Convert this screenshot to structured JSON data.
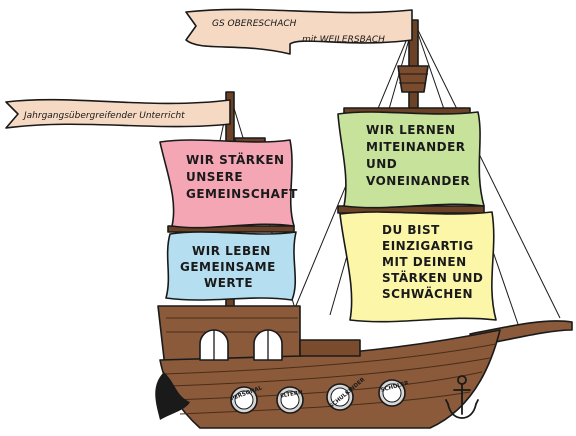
{
  "flags": {
    "top_line1": "GS OBERESCHACH",
    "top_line2": "mit WEILERSBACH",
    "left": "Jahrgangsübergreifender Unterricht"
  },
  "sails": {
    "pink": [
      "WIR STÄRKEN",
      "UNSERE",
      "GEMEINSCHAFT"
    ],
    "blue": [
      "WIR LEBEN",
      "GEMEINSAME",
      "WERTE"
    ],
    "green": [
      "WIR LERNEN",
      "MITEINANDER",
      "UND",
      "VONEINANDER"
    ],
    "yellow": [
      "DU BIST",
      "EINZIGARTIG",
      "MIT DEINEN",
      "STÄRKEN UND",
      "SCHWÄCHEN"
    ]
  },
  "portholes": [
    "PERSONAL",
    "ELTERN",
    "SCHULKINDER",
    "SCHÜLER"
  ],
  "colors": {
    "pink": "#f4a6b4",
    "blue": "#b5dff0",
    "green": "#c7e29a",
    "yellow": "#fbf6a8",
    "flag": "#f5d9c3",
    "hull": "#8a5a3b",
    "hull_dark": "#5e3a22",
    "mast": "#6b4226"
  }
}
